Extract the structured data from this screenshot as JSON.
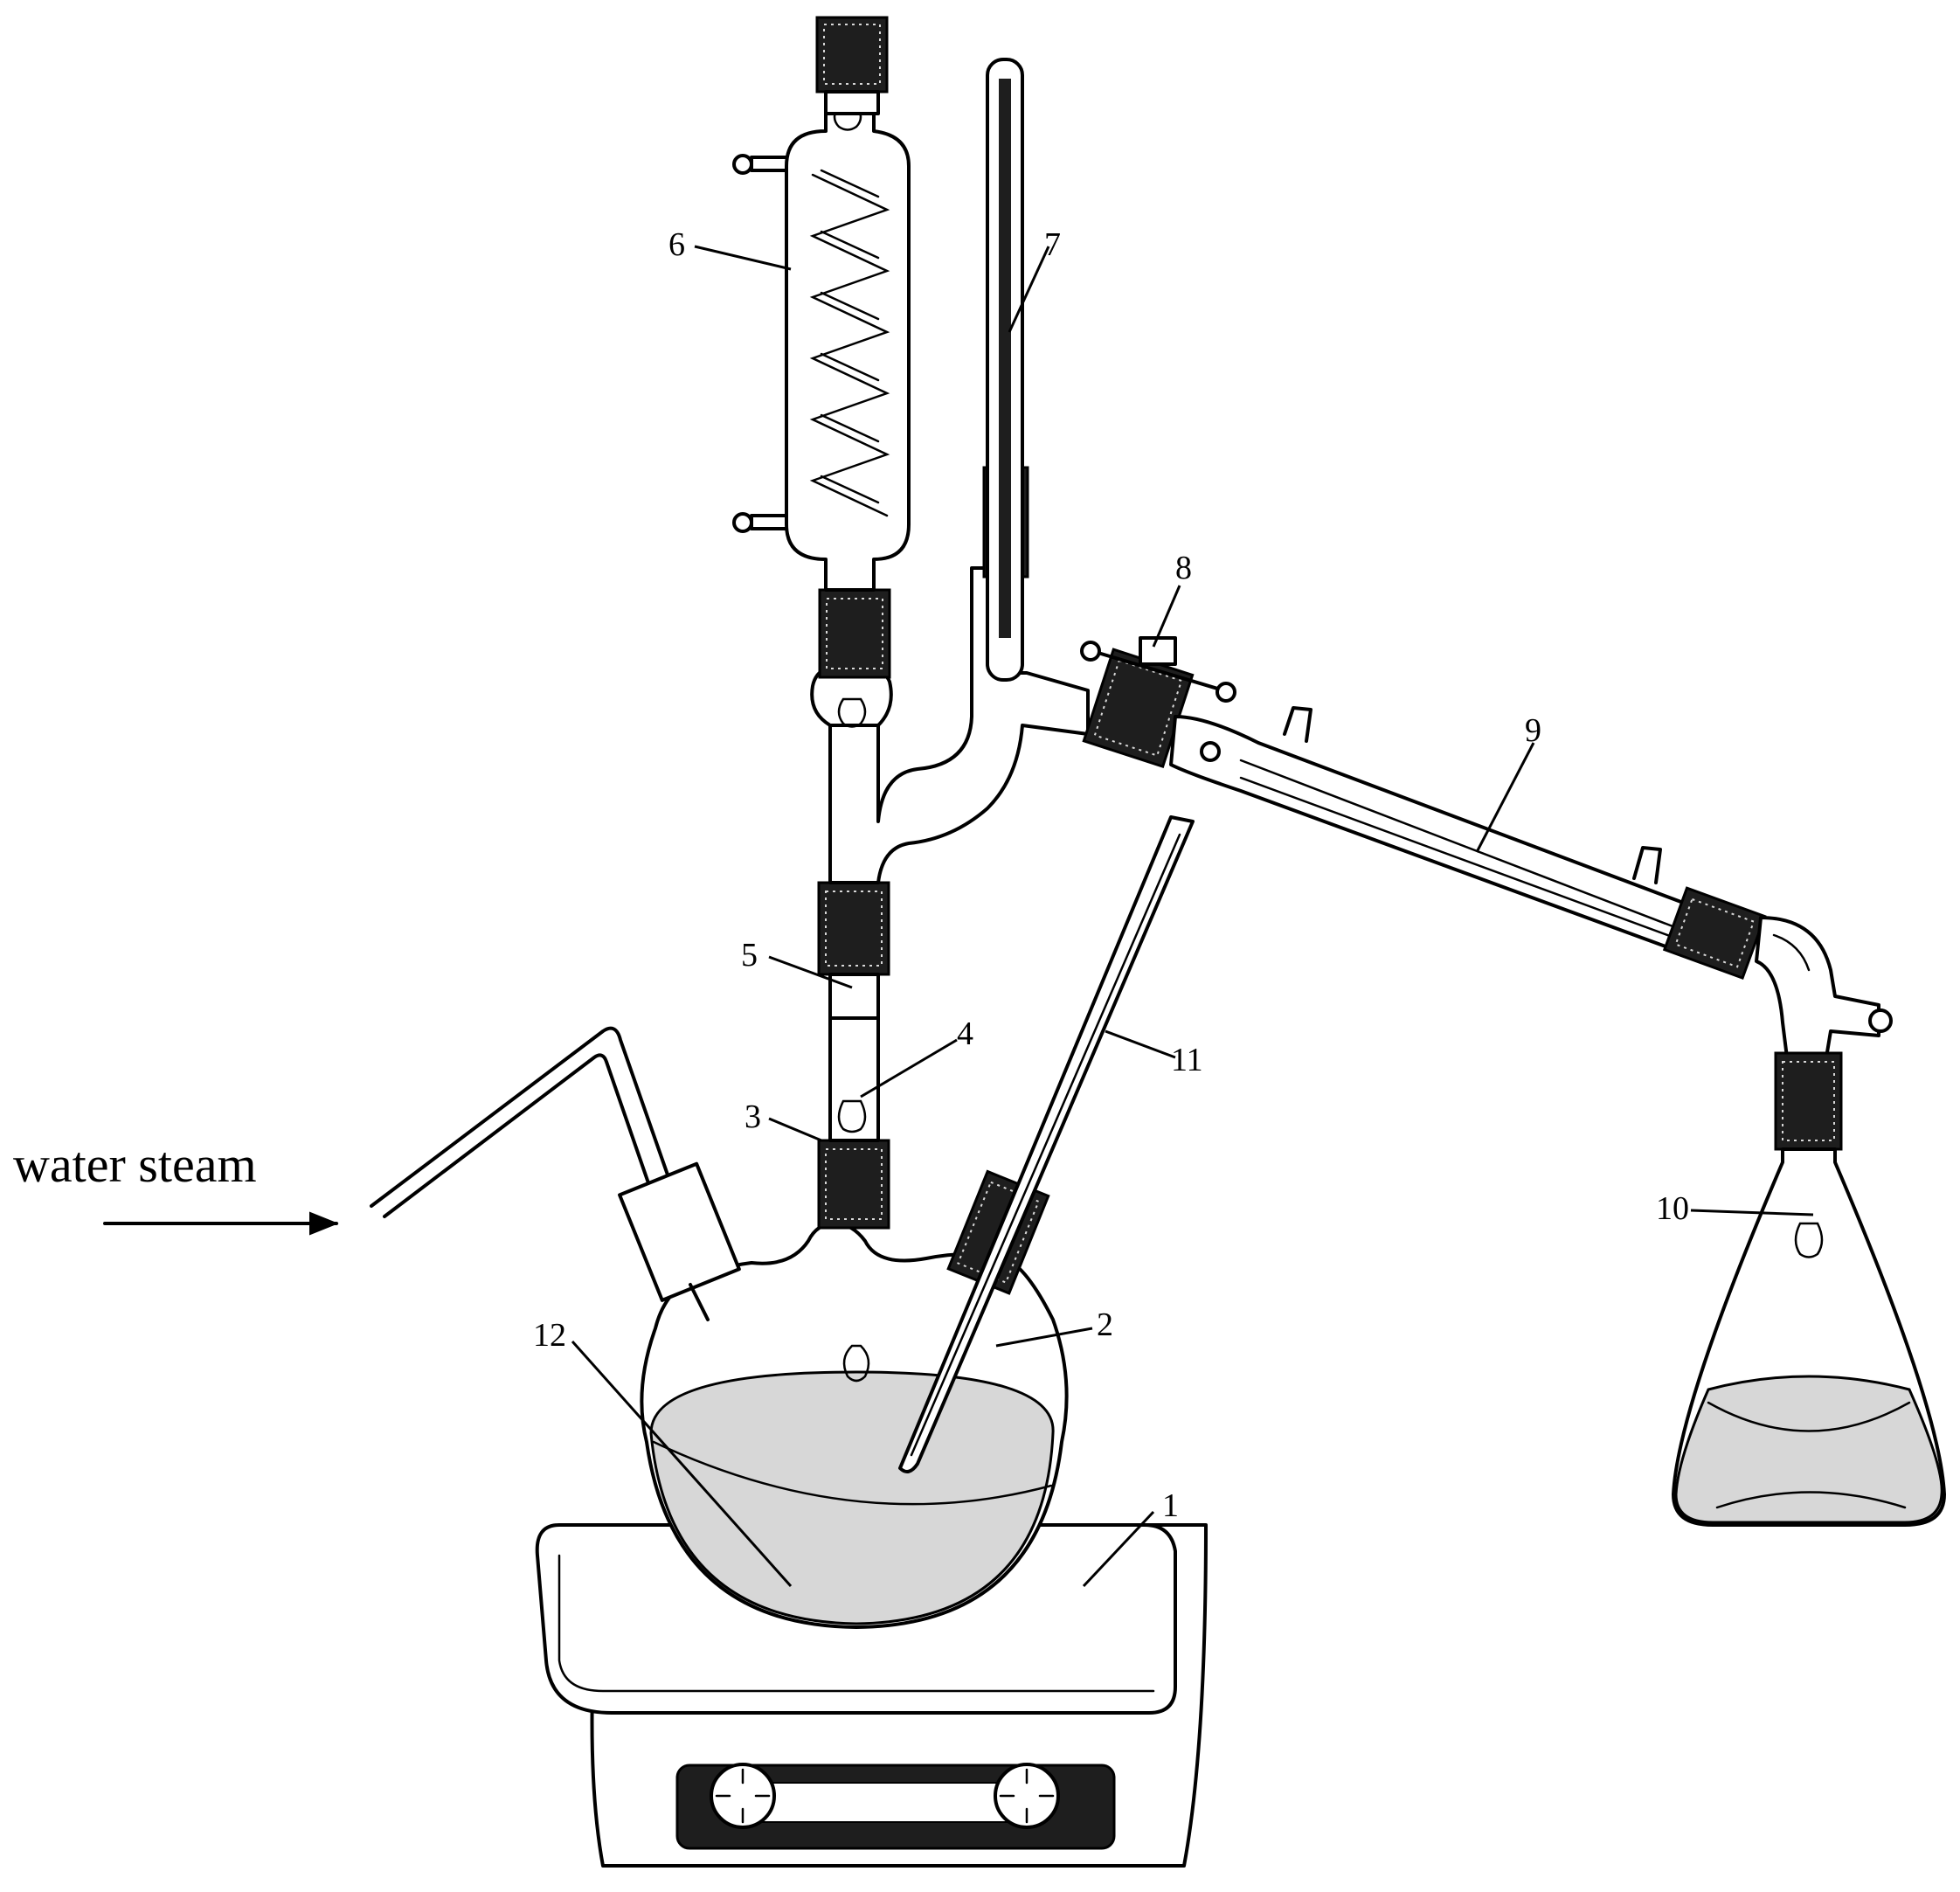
{
  "input_label": "water steam",
  "labels": [
    {
      "id": "1",
      "text": "1"
    },
    {
      "id": "2",
      "text": "2"
    },
    {
      "id": "3",
      "text": "3"
    },
    {
      "id": "4",
      "text": "4"
    },
    {
      "id": "5",
      "text": "5"
    },
    {
      "id": "6",
      "text": "6"
    },
    {
      "id": "7",
      "text": "7"
    },
    {
      "id": "8",
      "text": "8"
    },
    {
      "id": "9",
      "text": "9"
    },
    {
      "id": "10",
      "text": "10"
    },
    {
      "id": "11",
      "text": "11"
    },
    {
      "id": "12",
      "text": "12"
    }
  ],
  "colors": {
    "line": "#000000",
    "liquid": "#d7d7d7",
    "stopper": "#1e1e1e"
  }
}
